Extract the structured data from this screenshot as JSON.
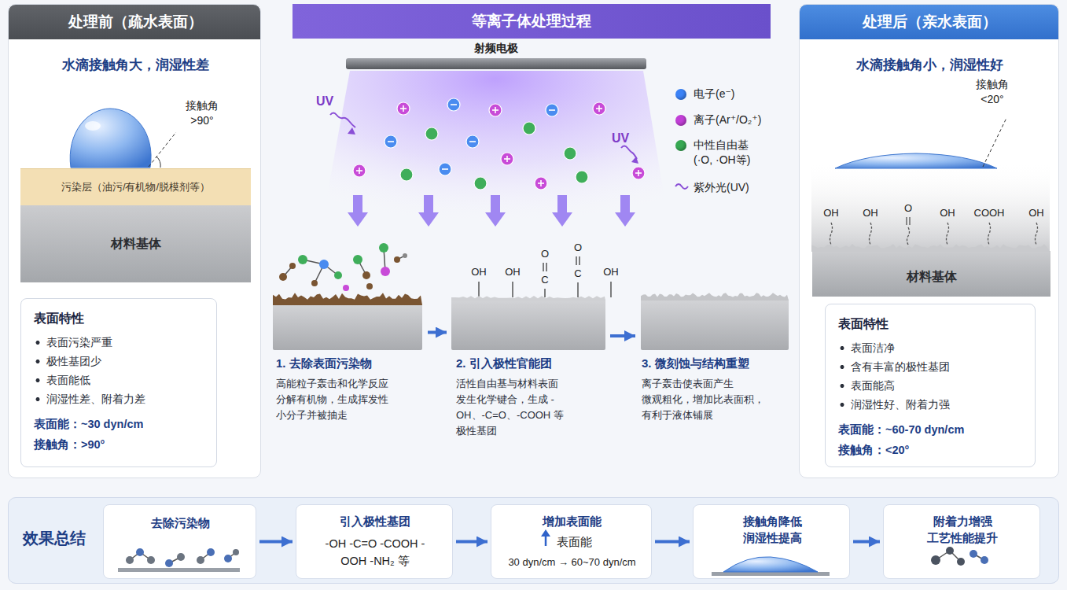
{
  "diagram": {
    "nodes": [
      {
        "text": [
          "处理前（疏水表面）",
          "水滴接触角大，润湿性差"
        ]
      },
      {
        "text": [
          "污染层（油污/有机物/脱模剂等）"
        ],
        "in": 0
      },
      {
        "text": [
          "材料基体"
        ],
        "in": 0
      },
      {
        "text": [
          "表面特性",
          "表面污染严重",
          "极性基团少",
          "表面能低",
          "润湿性差、附着力差",
          "表面能：~30 dyn/cm",
          "接触角：>90°"
        ],
        "in": 0
      },
      {
        "text": [
          "等离子体处理过程"
        ]
      },
      {
        "text": [
          "射频电极"
        ],
        "in": 4
      },
      {
        "text": [
          "1. 去除表面污染物",
          "高能粒子轰击和化学反应 分解有机物，生成挥发性 小分子并被抽走"
        ],
        "in": 4
      },
      {
        "text": [
          "2. 引入极性官能团",
          "活性自由基与材料表面 发生化学键合，生成 -OH、-C=O、-COOH 等 极性基团"
        ],
        "in": 4
      },
      {
        "text": [
          "3. 微刻蚀与结构重塑",
          "离子轰击使表面产生 微观粗化，增加比表面积， 有利于液体铺展"
        ],
        "in": 4
      },
      {
        "text": [
          "处理后（亲水表面）",
          "水滴接触角小，润湿性好"
        ]
      },
      {
        "text": [
          "材料基体"
        ],
        "in": 9
      },
      {
        "text": [
          "表面特性",
          "表面洁净",
          "含有丰富的极性基团",
          "表面能高",
          "润湿性好、附着力强",
          "表面能：~60-70 dyn/cm",
          "接触角：<20°"
        ],
        "in": 9
      },
      {
        "text": [
          "效果总结"
        ]
      },
      {
        "text": [
          "去除污染物"
        ],
        "in": 12
      },
      {
        "text": [
          "引入极性基团",
          "-OH -C=O -COOH -OOH -NH₂ 等"
        ],
        "in": 12
      },
      {
        "text": [
          "增加表面能",
          "表面能",
          "30 dyn/cm → 60~70 dyn/cm"
        ],
        "in": 12
      },
      {
        "text": [
          "接触角降低 润湿性提高"
        ],
        "in": 12
      },
      {
        "text": [
          "附着力增强 工艺性能提升"
        ],
        "in": 12
      }
    ],
    "edges": [
      {
        "from": 6,
        "to": 7,
        "arrow": "to"
      },
      {
        "from": 7,
        "to": 8,
        "arrow": "to"
      },
      {
        "from": 13,
        "to": 14,
        "arrow": "to"
      },
      {
        "from": 14,
        "to": 15,
        "arrow": "to"
      },
      {
        "from": 15,
        "to": 16,
        "arrow": "to"
      },
      {
        "from": 16,
        "to": 17,
        "arrow": "to"
      }
    ],
    "labels": [
      "接触角 >90°",
      "UV",
      "UV",
      "OH",
      "OH",
      "O",
      "C",
      "O",
      "C",
      "OH",
      "OH",
      "OH",
      "O",
      "OH",
      "COOH",
      "OH",
      "接触角 <20°"
    ],
    "legend": [
      {
        "text": "电子(e⁻)",
        "color": "#3b82f6"
      },
      {
        "text": "离子(Ar⁺/O₂⁺)",
        "color": "#c13fd6"
      },
      {
        "text": "中性自由基 (·O, ·OH等)",
        "color": "#36a852"
      },
      {
        "text": "紫外光(UV)"
      }
    ]
  }
}
